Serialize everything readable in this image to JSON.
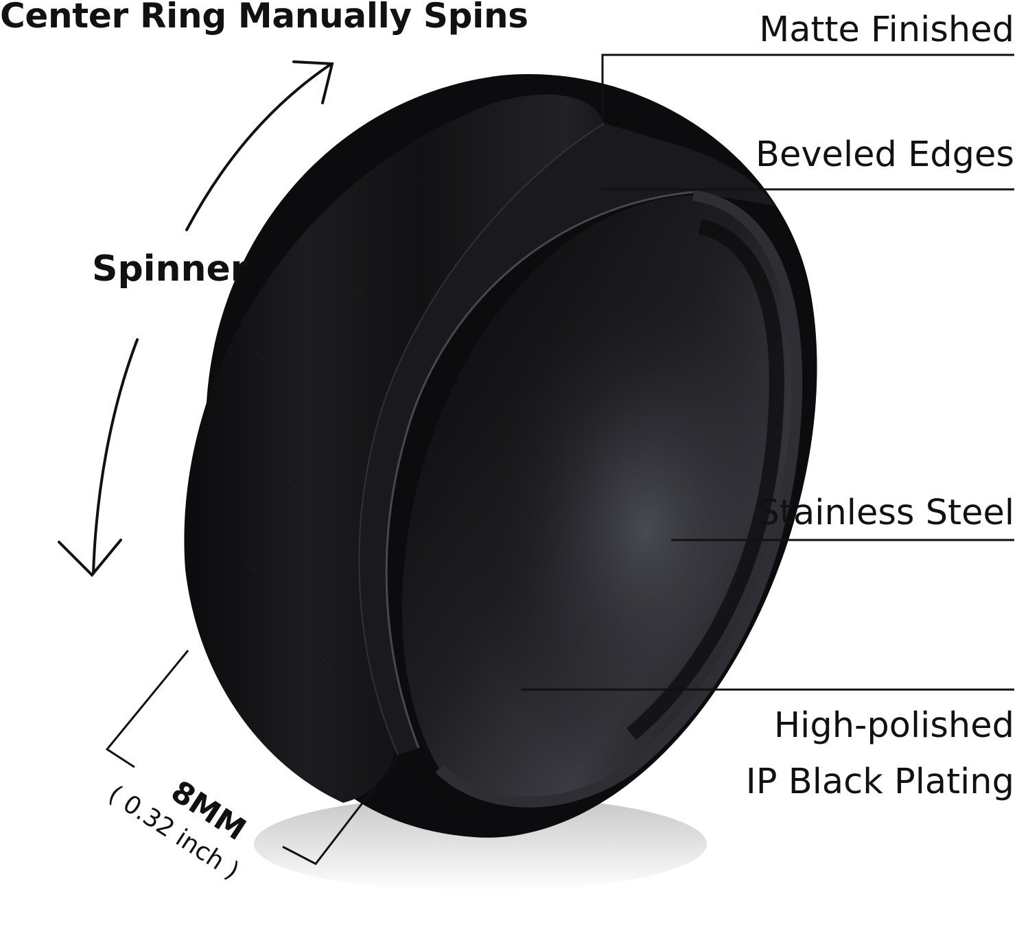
{
  "header": {
    "title": "Center Ring Manually Spins"
  },
  "left_labels": {
    "spinner": "Spinner"
  },
  "callouts": {
    "matte": "Matte Finished",
    "beveled": "Beveled Edges",
    "steel": "Stainless Steel",
    "plating_line1": "High-polished",
    "plating_line2": "IP Black Plating"
  },
  "measurement": {
    "width_mm": "8MM",
    "width_inch": "( 0.32 inch )"
  },
  "colors": {
    "ink": "#111111",
    "ring_dark": "#0c0c0e",
    "ring_mid": "#2a2a2e",
    "ring_highlight": "#5a5a60",
    "background": "#ffffff"
  }
}
